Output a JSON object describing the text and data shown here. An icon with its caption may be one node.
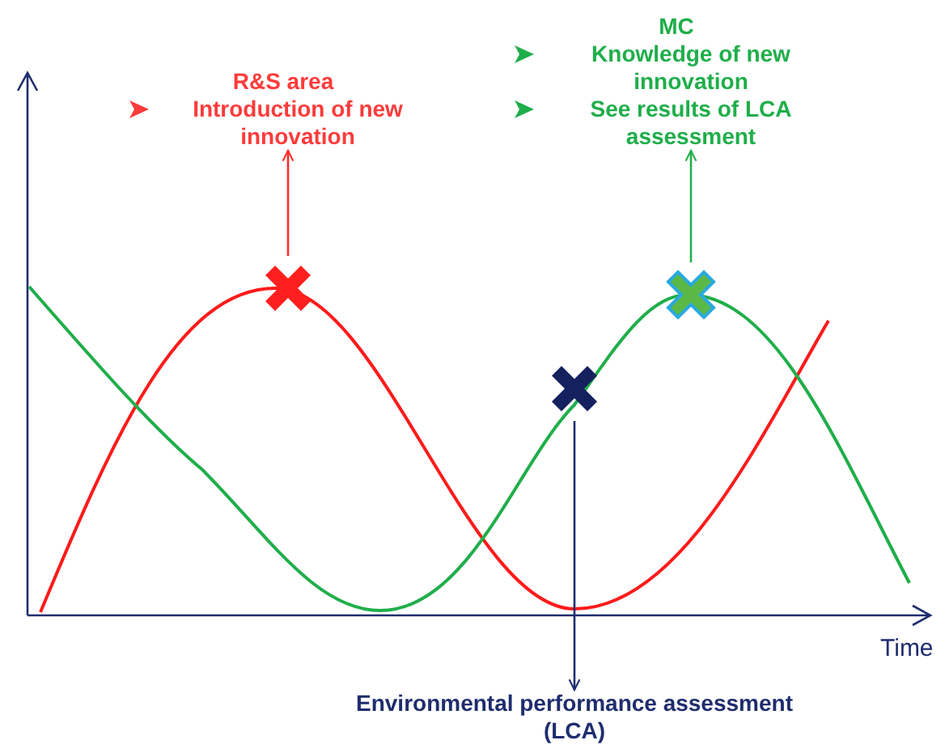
{
  "diagram": {
    "nodes": [
      {
        "text": [
          "R&S area",
          "Introduction of new innovation"
        ]
      },
      {
        "text": [
          "MC",
          "Knowledge of new innovation",
          "See results of LCA assessment"
        ]
      },
      {
        "text": [],
        "shape": "cross"
      },
      {
        "text": [],
        "shape": "cross"
      },
      {
        "text": [],
        "shape": "cross"
      },
      {
        "text": [
          "Environmental performance assessment (LCA)"
        ]
      }
    ],
    "edges": [
      {
        "from": 2,
        "to": 0,
        "arrow": "to",
        "color": "#ff2a2a"
      },
      {
        "from": 4,
        "to": 1,
        "arrow": "to",
        "color": "#22b04b"
      },
      {
        "from": 3,
        "to": 5,
        "arrow": "to",
        "color": "#1f2d6e"
      }
    ],
    "labels": [
      "Time"
    ]
  }
}
